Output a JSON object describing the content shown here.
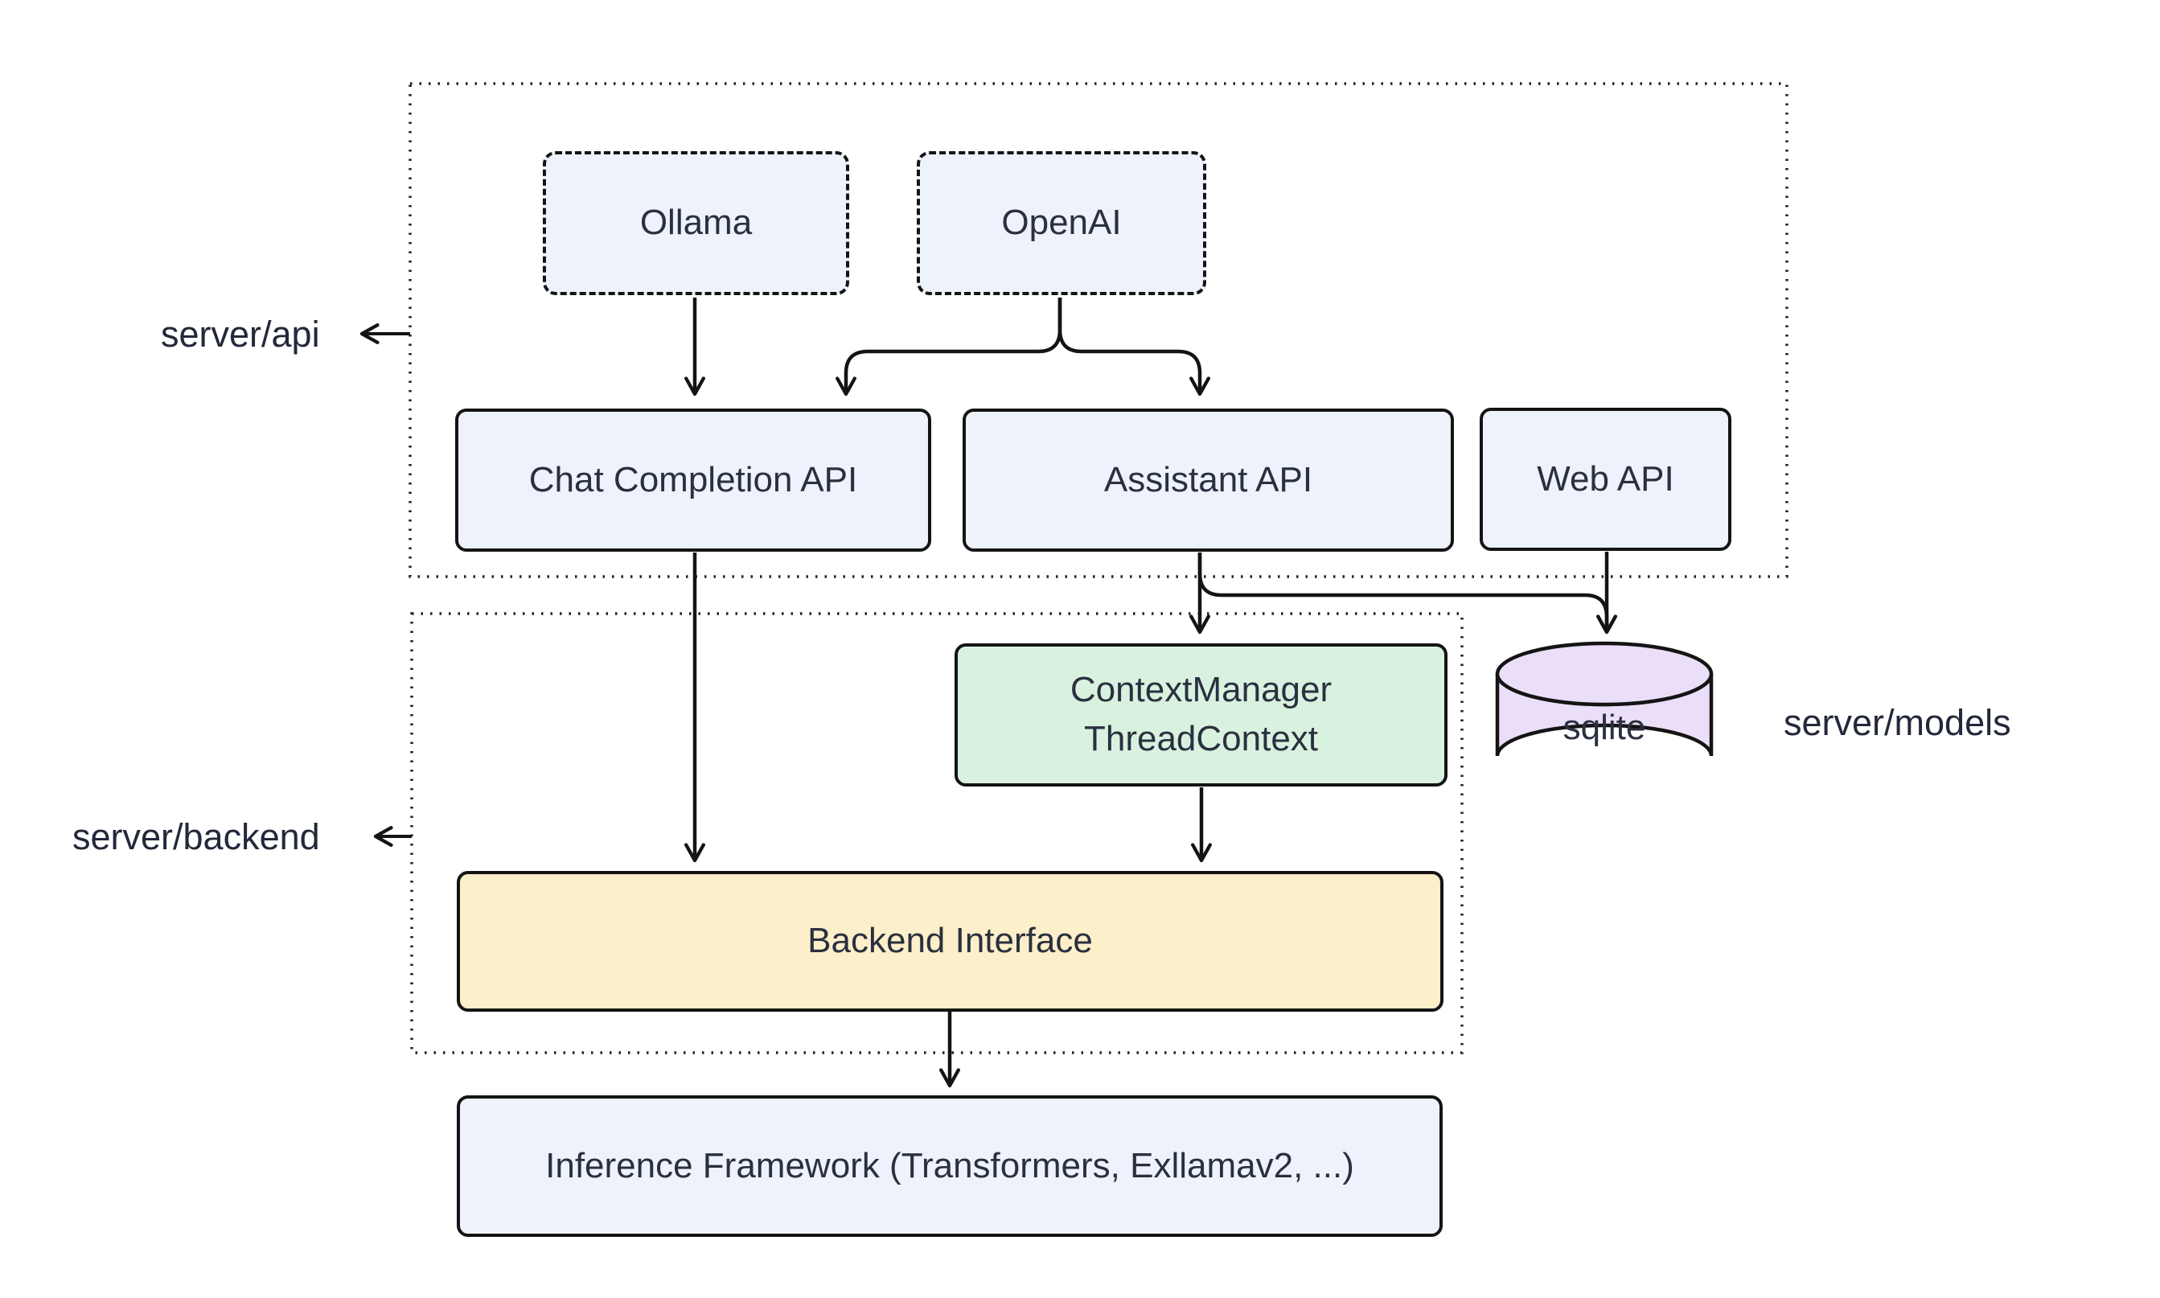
{
  "sections": {
    "api": {
      "label": "server/api"
    },
    "backend": {
      "label": "server/backend"
    },
    "models": {
      "label": "server/models"
    }
  },
  "nodes": {
    "ollama": {
      "label": "Ollama"
    },
    "openai": {
      "label": "OpenAI"
    },
    "chat_completion": {
      "label": "Chat Completion API"
    },
    "assistant": {
      "label": "Assistant API"
    },
    "web": {
      "label": "Web API"
    },
    "context_manager": {
      "line1": "ContextManager",
      "line2": "ThreadContext"
    },
    "sqlite": {
      "label": "sqlite"
    },
    "backend_interface": {
      "label": "Backend Interface"
    },
    "inference": {
      "label": "Inference Framework (Transformers, Exllamav2, ...)"
    }
  },
  "edges": [
    {
      "from": "ollama",
      "to": "chat_completion"
    },
    {
      "from": "openai",
      "to": "chat_completion"
    },
    {
      "from": "openai",
      "to": "assistant"
    },
    {
      "from": "chat_completion",
      "to": "backend_interface"
    },
    {
      "from": "assistant",
      "to": "context_manager"
    },
    {
      "from": "assistant",
      "to": "sqlite"
    },
    {
      "from": "web",
      "to": "sqlite"
    },
    {
      "from": "context_manager",
      "to": "backend_interface"
    },
    {
      "from": "backend_interface",
      "to": "inference"
    }
  ],
  "colors": {
    "node_blue": "#edf2fb",
    "node_green": "#d9f2df",
    "node_yellow": "#fcefc9",
    "node_purple": "#eadef8",
    "border": "#141414",
    "text": "#2b3040",
    "background": "#ffffff"
  }
}
